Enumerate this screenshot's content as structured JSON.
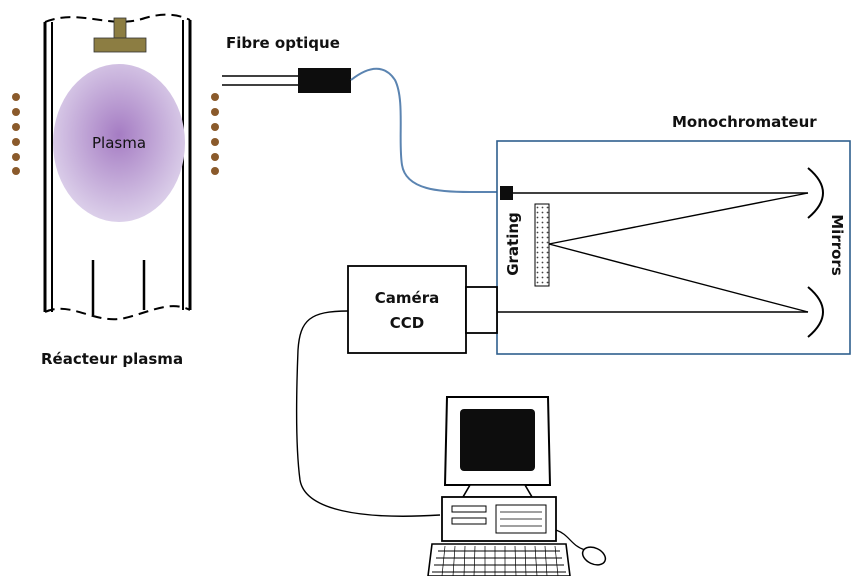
{
  "labels": {
    "plasma": "Plasma",
    "reactor": "Réacteur plasma",
    "fiber": "Fibre optique",
    "monochromator": "Monochromateur",
    "grating": "Grating",
    "mirrors": "Mirrors",
    "camera_line1": "Caméra",
    "camera_line2": "CCD"
  },
  "colors": {
    "plasma_center": "#a57cc3",
    "plasma_edge": "#dcd0ea",
    "coil": "#8a5a2b",
    "holder": "#8c7d42",
    "fiber_cable": "#5b84b1",
    "monochromator_border": "#2f5f8e",
    "line": "#000000"
  },
  "icons": {
    "computer": "desktop-computer-icon",
    "mouse": "mouse-icon",
    "keyboard": "keyboard-icon"
  }
}
